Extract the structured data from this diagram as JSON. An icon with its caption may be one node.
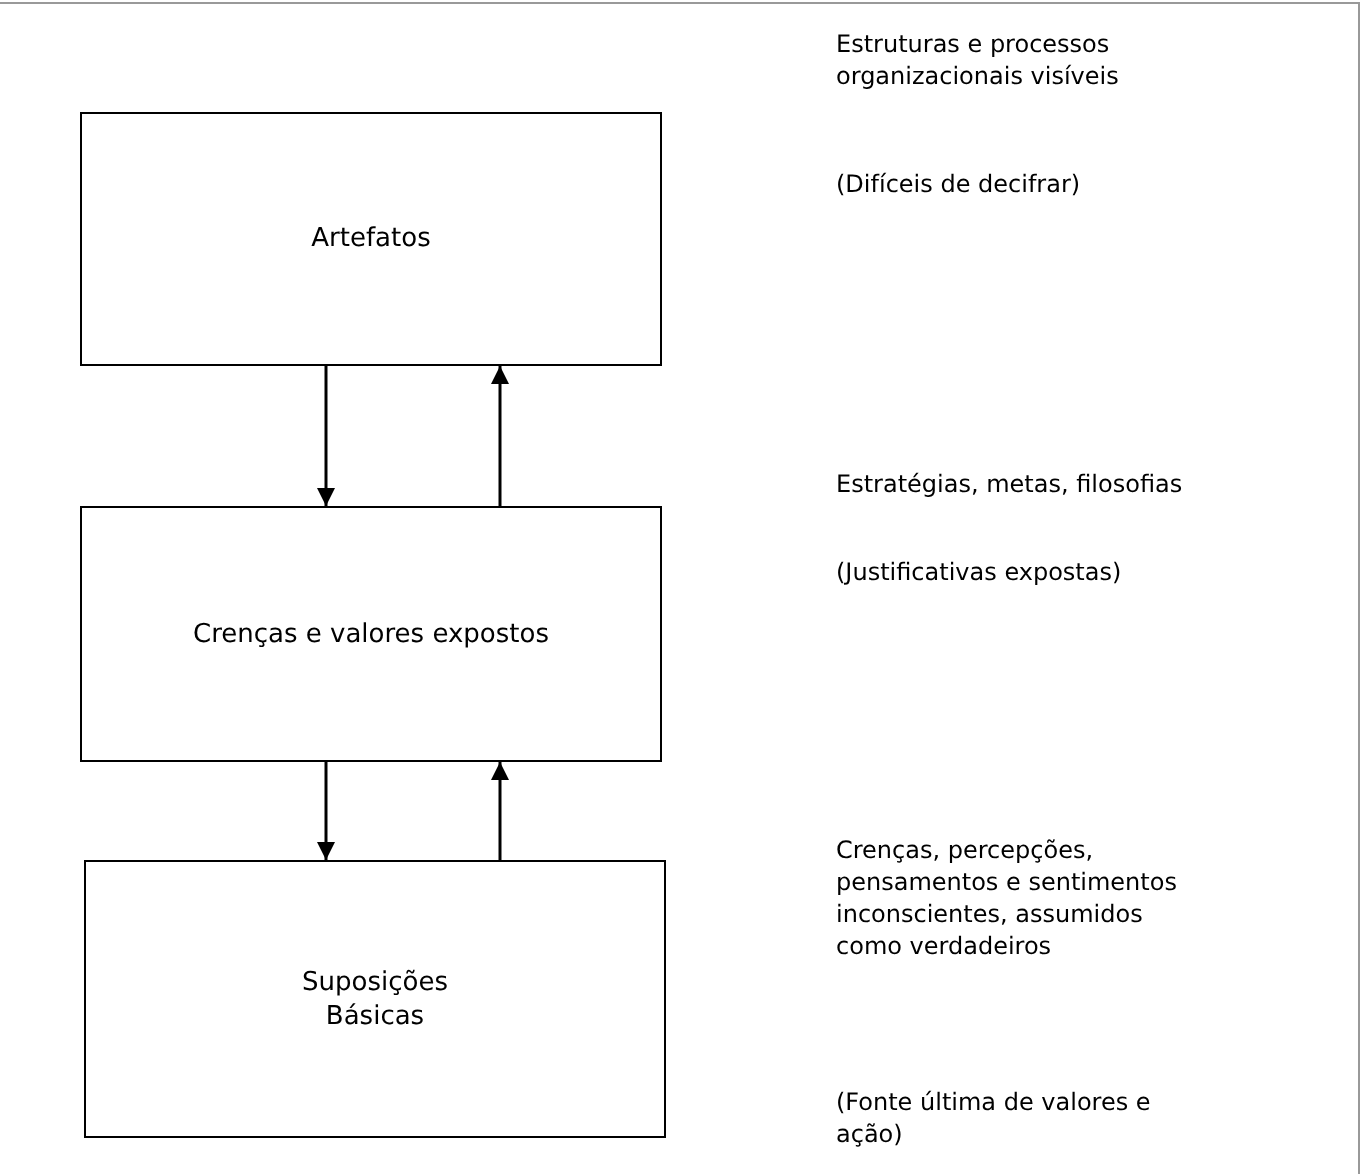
{
  "diagram": {
    "nodes": [
      {
        "text": [
          "Artefatos"
        ]
      },
      {
        "text": [
          "Crenças e valores expostos"
        ]
      },
      {
        "text": [
          "Suposições Básicas"
        ]
      }
    ],
    "edges": [
      {
        "from": 0,
        "to": 1,
        "arrow": "to"
      },
      {
        "from": 1,
        "to": 0,
        "arrow": "to"
      },
      {
        "from": 1,
        "to": 2,
        "arrow": "to"
      },
      {
        "from": 2,
        "to": 1,
        "arrow": "to"
      }
    ],
    "labels": [
      "Estruturas e processos organizacionais visíveis",
      "(Difíceis de decifrar)",
      "Estratégias, metas, filosofias",
      "(Justificativas expostas)",
      "Crenças, percepções, pensamentos e sentimentos inconscientes, assumidos como verdadeiros",
      "(Fonte última de valores e ação)"
    ]
  }
}
